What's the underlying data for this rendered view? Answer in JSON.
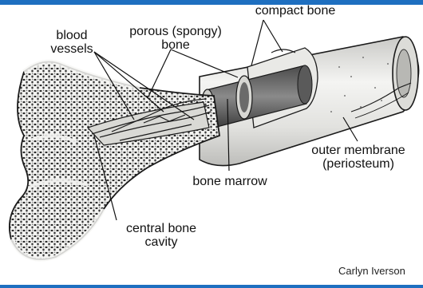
{
  "colors": {
    "accent_bar": "#1e6fc0",
    "bone_fill": "#ececea",
    "bone_outline": "#1a1a1a",
    "spongy_texture": "#2a2a2a",
    "marrow": "#6e6e6e"
  },
  "labels": {
    "blood_vessels": "blood\nvessels",
    "porous_bone": "porous (spongy)\nbone",
    "compact_bone": "compact bone",
    "outer_membrane": "outer membrane\n(periosteum)",
    "bone_marrow": "bone marrow",
    "central_cavity": "central bone\ncavity"
  },
  "credit": "Carlyn Iverson"
}
